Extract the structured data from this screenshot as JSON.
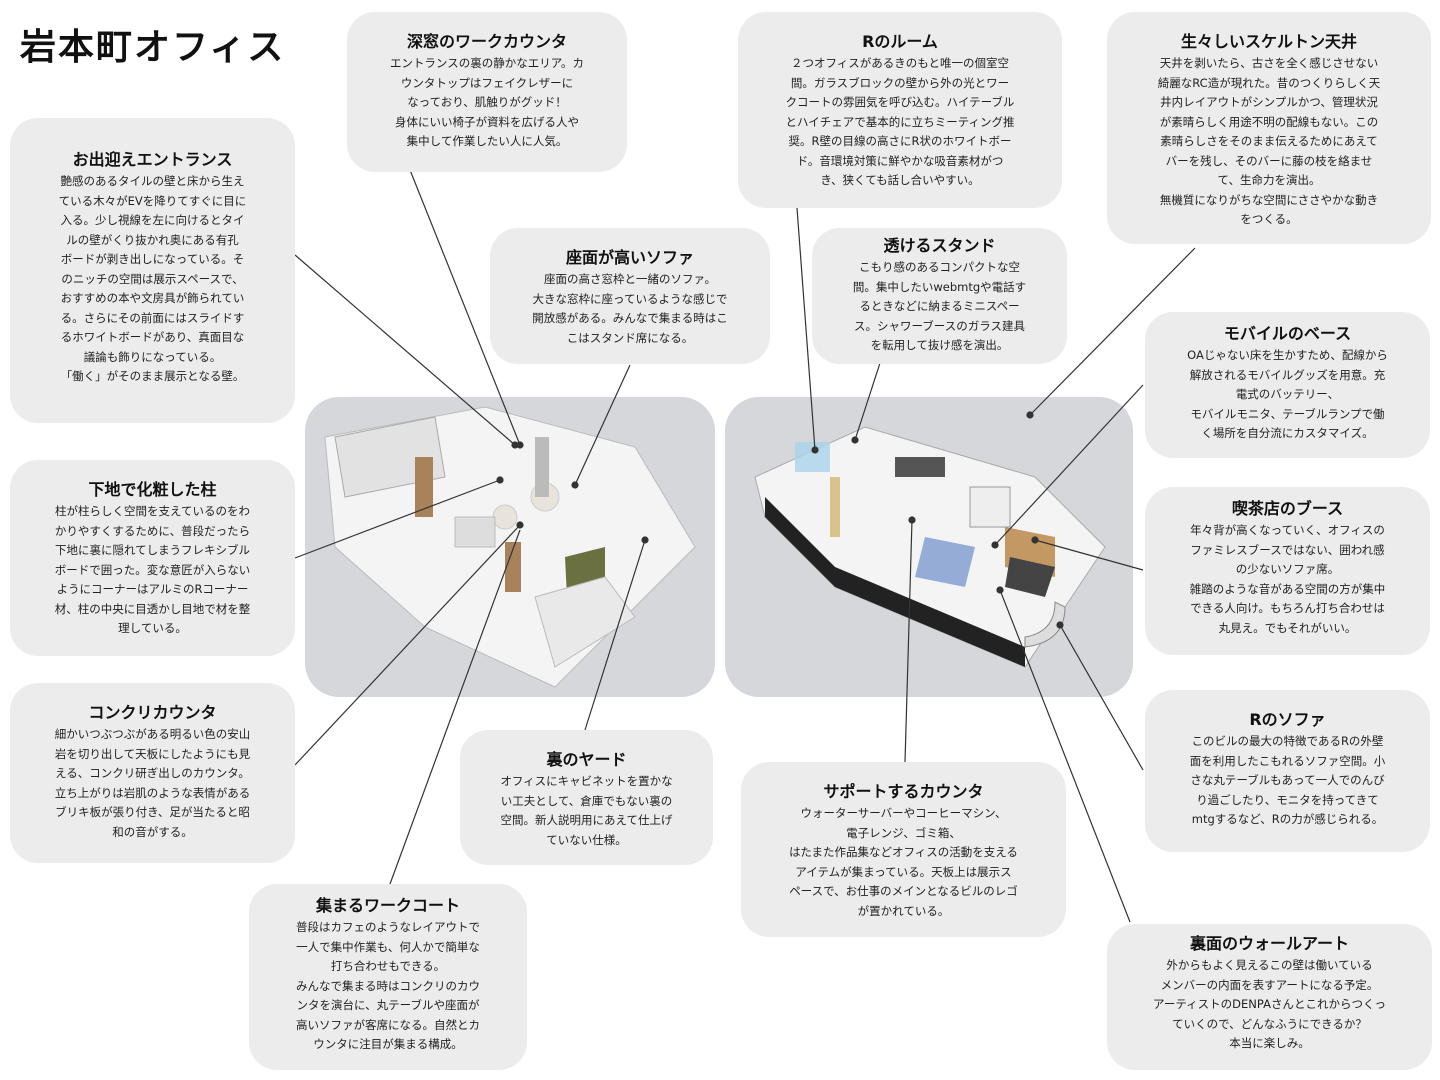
{
  "title": "岩本町オフィス",
  "boxes": [
    {
      "title": "お出迎えエントランス",
      "body": "艶感のあるタイルの壁と床から生え\nている木々がEVを降りてすぐに目に\n入る。少し視線を左に向けるとタイ\nルの壁がくり抜かれ奥にある有孔\nボードが剥き出しになっている。そ\nのニッチの空間は展示スペースで、\nおすすめの本や文房具が飾られてい\nる。さらにその前面にはスライドす\nるホワイトボードがあり、真面目な\n議論も飾りになっている。\n「働く」がそのまま展示となる壁。"
    },
    {
      "title": "深窓のワークカウンタ",
      "body": "エントランスの裏の静かなエリア。カ\nウンタトップはフェイクレザーに\nなっており、肌触りがグッド！\n身体にいい椅子が資料を広げる人や\n集中して作業したい人に人気。"
    },
    {
      "title": "Rのルーム",
      "body": "２つオフィスがあるきのもと唯一の個室空\n間。ガラスブロックの壁から外の光とワー\nクコートの雰囲気を呼び込む。ハイテーブル\nとハイチェアで基本的に立ちミーティング推\n奨。R壁の目線の高さにR状のホワイトボー\nド。音環境対策に鮮やかな吸音素材がつ\nき、狭くても話し合いやすい。"
    },
    {
      "title": "生々しいスケルトン天井",
      "body": "天井を剥いたら、古さを全く感じさせない\n綺麗なRC造が現れた。昔のつくりらしく天\n井内レイアウトがシンプルかつ、管理状況\nが素晴らしく用途不明の配線もない。この\n素晴らしさをそのまま伝えるためにあえて\nバーを残し、そのバーに藤の枝を絡ませ\nて、生命力を演出。\n無機質になりがちな空間にささやかな動き\nをつくる。"
    },
    {
      "title": "座面が高いソファ",
      "body": "座面の高さ窓枠と一緒のソファ。\n大きな窓枠に座っているような感じで\n開放感がある。みんなで集まる時はこ\nこはスタンド席になる。"
    },
    {
      "title": "透けるスタンド",
      "body": "こもり感のあるコンパクトな空\n間。集中したいwebmtgや電話す\nるときなどに納まるミニスペー\nス。シャワーブースのガラス建具\nを転用して抜け感を演出。"
    },
    {
      "title": "モバイルのベース",
      "body": "OAじゃない床を生かすため、配線から\n解放されるモバイルグッズを用意。充\n電式のバッテリー、\nモバイルモニタ、テーブルランプで働\nく場所を自分流にカスタマイズ。"
    },
    {
      "title": "下地で化粧した柱",
      "body": "柱が柱らしく空間を支えているのをわ\nかりやすくするために、普段だったら\n下地に裏に隠れてしまうフレキシブル\nボードで囲った。変な意匠が入らない\nようにコーナーはアルミのRコーナー\n材、柱の中央に目透かし目地で材を整\n理している。"
    },
    {
      "title": "喫茶店のブース",
      "body": "年々背が高くなっていく、オフィスの\nファミレスブースではない、囲われ感\nの少ないソファ席。\n雑踏のような音がある空間の方が集中\nできる人向け。もちろん打ち合わせは\n丸見え。でもそれがいい。"
    },
    {
      "title": "コンクリカウンタ",
      "body": "細かいつぶつぶがある明るい色の安山\n岩を切り出して天板にしたようにも見\nえる、コンクリ研ぎ出しのカウンタ。\n立ち上がりは岩肌のような表情がある\nブリキ板が張り付き、足が当たると昭\n和の音がする。"
    },
    {
      "title": "裏のヤード",
      "body": "オフィスにキャビネットを置かな\nい工夫として、倉庫でもない裏の\n空間。新人説明用にあえて仕上げ\nていない仕様。"
    },
    {
      "title": "サポートするカウンタ",
      "body": "ウォーターサーバーやコーヒーマシン、\n電子レンジ、ゴミ箱、\nはたまた作品集などオフィスの活動を支える\nアイテムが集まっている。天板上は展示ス\nペースで、お仕事のメインとなるビルのレゴ\nが置かれている。"
    },
    {
      "title": "Rのソファ",
      "body": "このビルの最大の特徴であるRの外壁\n面を利用したこもれるソファ空間。小\nさな丸テーブルもあって一人でのんび\nり過ごしたり、モニタを持ってきて\nmtgするなど、Rの力が感じられる。"
    },
    {
      "title": "集まるワークコート",
      "body": "普段はカフェのようなレイアウトで\n一人で集中作業も、何人かで簡単な\n打ち合わせもできる。\nみんなで集まる時はコンクリのカウ\nンタを演台に、丸テーブルや座面が\n高いソファが客席になる。自然とカ\nウンタに注目が集まる構成。"
    },
    {
      "title": "裏面のウォールアート",
      "body": "外からもよく見えるこの壁は働いている\nメンバーの内面を表すアートになる予定。\nアーティストのDENPAさんとこれからつくっ\nていくので、どんなふうにできるか？\n本当に楽しみ。"
    }
  ]
}
